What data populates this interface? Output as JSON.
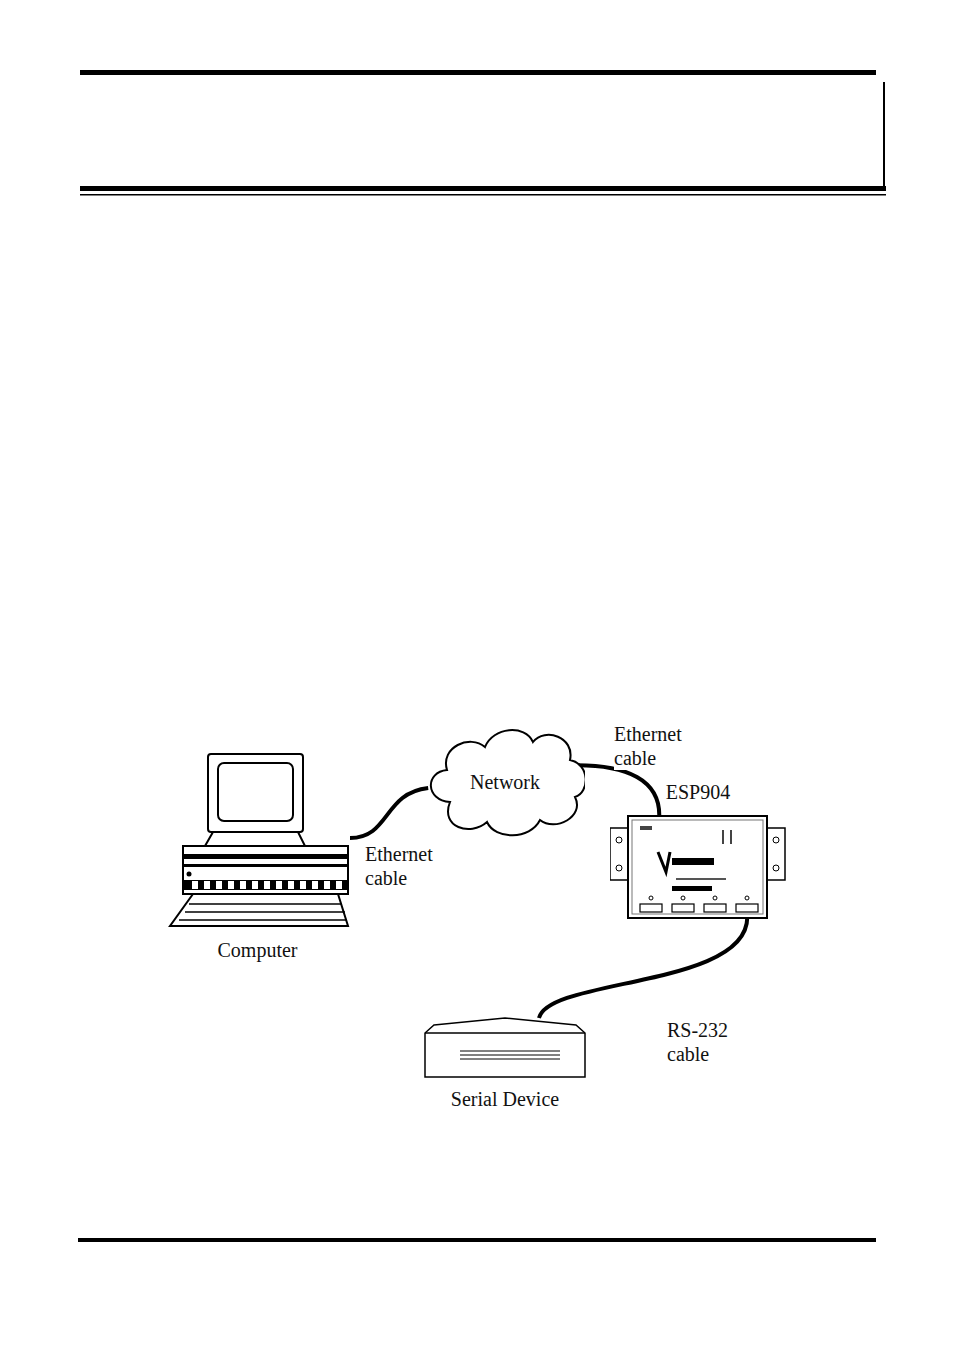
{
  "diagram": {
    "nodes": [
      {
        "text": [
          "Computer"
        ]
      },
      {
        "text": [
          "Network"
        ]
      },
      {
        "text": [
          "ESP904"
        ]
      },
      {
        "text": [
          "Serial Device"
        ]
      }
    ],
    "edges": [
      {
        "from": 0,
        "to": 1,
        "arrow": "none",
        "label": "Ethernet cable"
      },
      {
        "from": 1,
        "to": 2,
        "arrow": "none",
        "label": "Ethernet cable"
      },
      {
        "from": 2,
        "to": 3,
        "arrow": "none",
        "label": "RS-232 cable"
      }
    ]
  }
}
